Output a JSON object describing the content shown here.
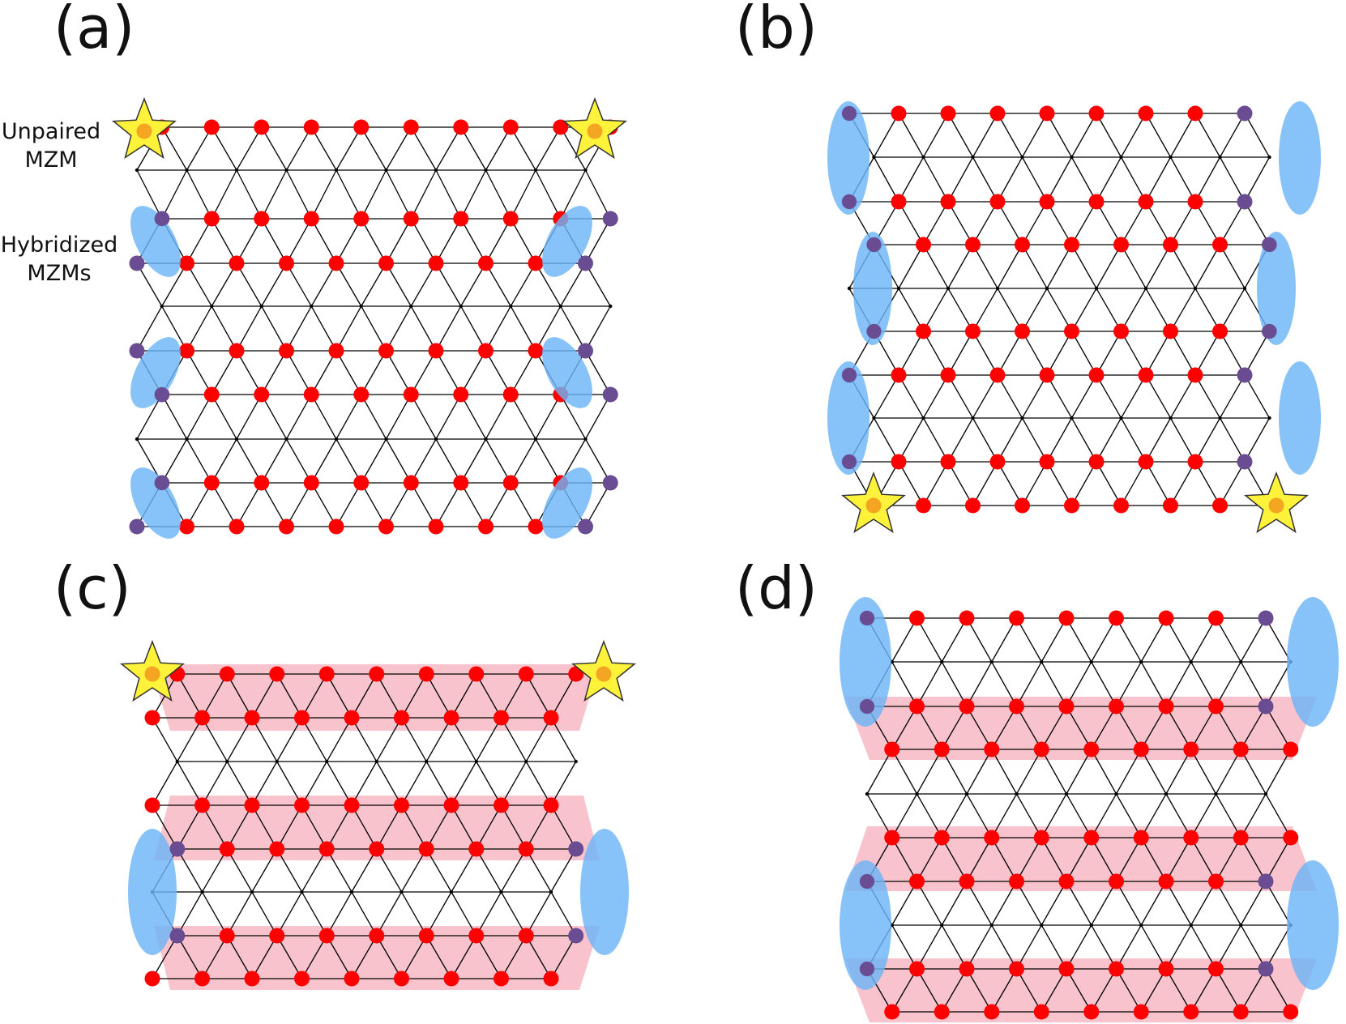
{
  "panels": [
    {
      "id": "a",
      "label": "(a)"
    },
    {
      "id": "b",
      "label": "(b)"
    },
    {
      "id": "c",
      "label": "(c)"
    },
    {
      "id": "d",
      "label": "(d)"
    }
  ],
  "annotations": {
    "unpaired": {
      "line1": "Unpaired",
      "line2": "MZM"
    },
    "hybridized": {
      "line1": "Hybridized",
      "line2": "MZMs"
    }
  },
  "colors": {
    "site": "#ff0000",
    "edge_site": "#6a4c93",
    "mzm_ellipse": "#6cb4f7",
    "hybrid_band": "#f7b8c4",
    "star": "#fff23a",
    "star_center": "#f4a521",
    "bond": "#000000"
  },
  "legend_icons": [
    "star-icon",
    "ellipse-icon",
    "band-icon"
  ]
}
